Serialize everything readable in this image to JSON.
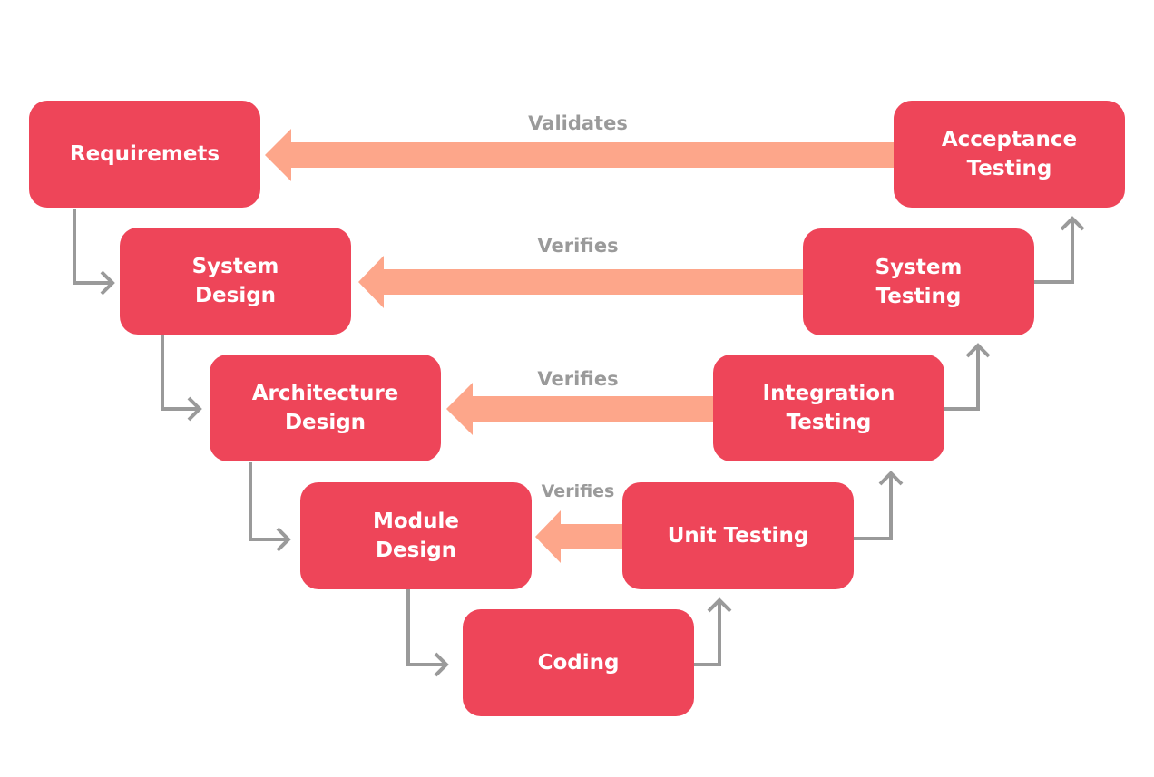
{
  "colors": {
    "box_fill": "#ee4559",
    "box_text": "#ffffff",
    "big_arrow": "#fda68a",
    "connector": "#9a9a9a",
    "label_text": "#9a9a9a",
    "background": "#ffffff"
  },
  "left_stages": {
    "requirements": [
      "Requiremets"
    ],
    "system_design": [
      "System",
      "Design"
    ],
    "architecture_design": [
      "Architecture",
      "Design"
    ],
    "module_design": [
      "Module",
      "Design"
    ]
  },
  "bottom_stage": {
    "coding": [
      "Coding"
    ]
  },
  "right_stages": {
    "unit_testing": [
      "Unit Testing"
    ],
    "integration_testing": [
      "Integration",
      "Testing"
    ],
    "system_testing": [
      "System",
      "Testing"
    ],
    "acceptance_testing": [
      "Acceptance",
      "Testing"
    ]
  },
  "relations": {
    "acceptance_to_requirements": "Validates",
    "system_testing_to_system_design": "Verifies",
    "integration_to_architecture": "Verifies",
    "unit_to_module": "Verifies"
  }
}
